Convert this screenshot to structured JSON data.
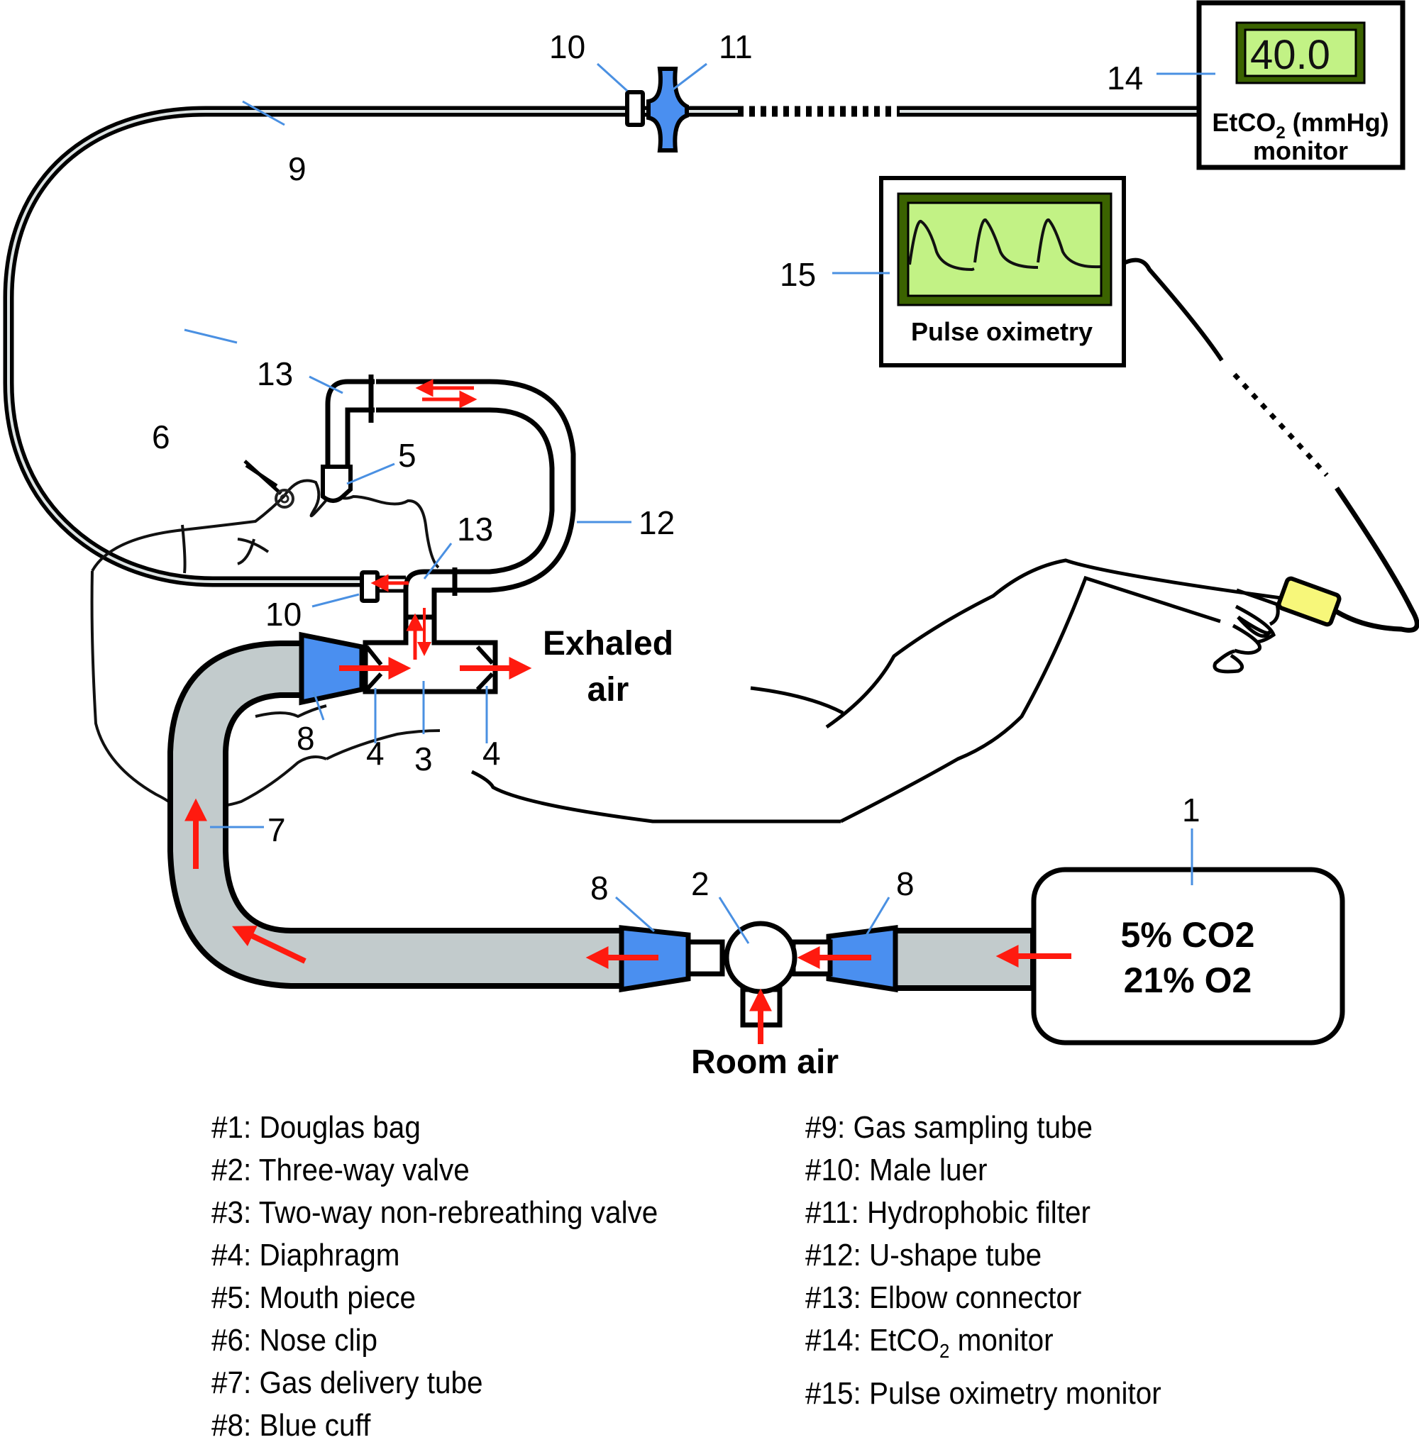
{
  "figure": {
    "callouts": {
      "c1": "1",
      "c2": "2",
      "c3": "3",
      "c4a": "4",
      "c4b": "4",
      "c5": "5",
      "c6": "6",
      "c7": "7",
      "c8a": "8",
      "c8b": "8",
      "c8c": "8",
      "c9": "9",
      "c10a": "10",
      "c10b": "10",
      "c11": "11",
      "c12": "12",
      "c13a": "13",
      "c13b": "13",
      "c14": "14",
      "c15": "15"
    },
    "etco2_monitor": {
      "reading": "40.0",
      "label_prefix": "EtCO",
      "label_sub": "2",
      "label_unit": " (mmHg)",
      "label_line2": "monitor"
    },
    "pulse_oximetry": {
      "label": "Pulse oximetry"
    },
    "douglas_bag": {
      "line1": "5% CO2",
      "line2": "21% O2"
    },
    "exhaled_air": {
      "line1": "Exhaled",
      "line2": "air"
    },
    "room_air": {
      "label": "Room air"
    },
    "colors": {
      "cuff_blue": "#4a8ff0",
      "tube_gray": "#c2cbcc",
      "arrow_red": "#ff1a0f",
      "leader_blue": "#4a90e2",
      "screen_green": "#c2f285",
      "screen_frame": "#3b6300",
      "sensor_yellow": "#f7f77a"
    }
  },
  "legend": {
    "column1": [
      {
        "num": "#1:",
        "text": "Douglas bag"
      },
      {
        "num": "#2:",
        "text": "Three-way valve"
      },
      {
        "num": "#3:",
        "text": "Two-way non-rebreathing valve"
      },
      {
        "num": "#4:",
        "text": "Diaphragm"
      },
      {
        "num": "#5:",
        "text": "Mouth piece"
      },
      {
        "num": "#6:",
        "text": "Nose clip"
      },
      {
        "num": "#7:",
        "text": "Gas delivery tube"
      },
      {
        "num": "#8:",
        "text": "Blue cuff"
      }
    ],
    "column2": [
      {
        "num": "#9:",
        "text": "Gas sampling tube"
      },
      {
        "num": "#10:",
        "text": "Male luer"
      },
      {
        "num": "#11:",
        "text": "Hydrophobic filter"
      },
      {
        "num": "#12:",
        "text": "U-shape tube"
      },
      {
        "num": "#13:",
        "text": "Elbow connector"
      },
      {
        "num": "#14:",
        "text_prefix": "EtCO",
        "text_sub": "2",
        "text_suffix": " monitor"
      },
      {
        "num": "#15:",
        "text": "Pulse oximetry monitor"
      }
    ]
  }
}
